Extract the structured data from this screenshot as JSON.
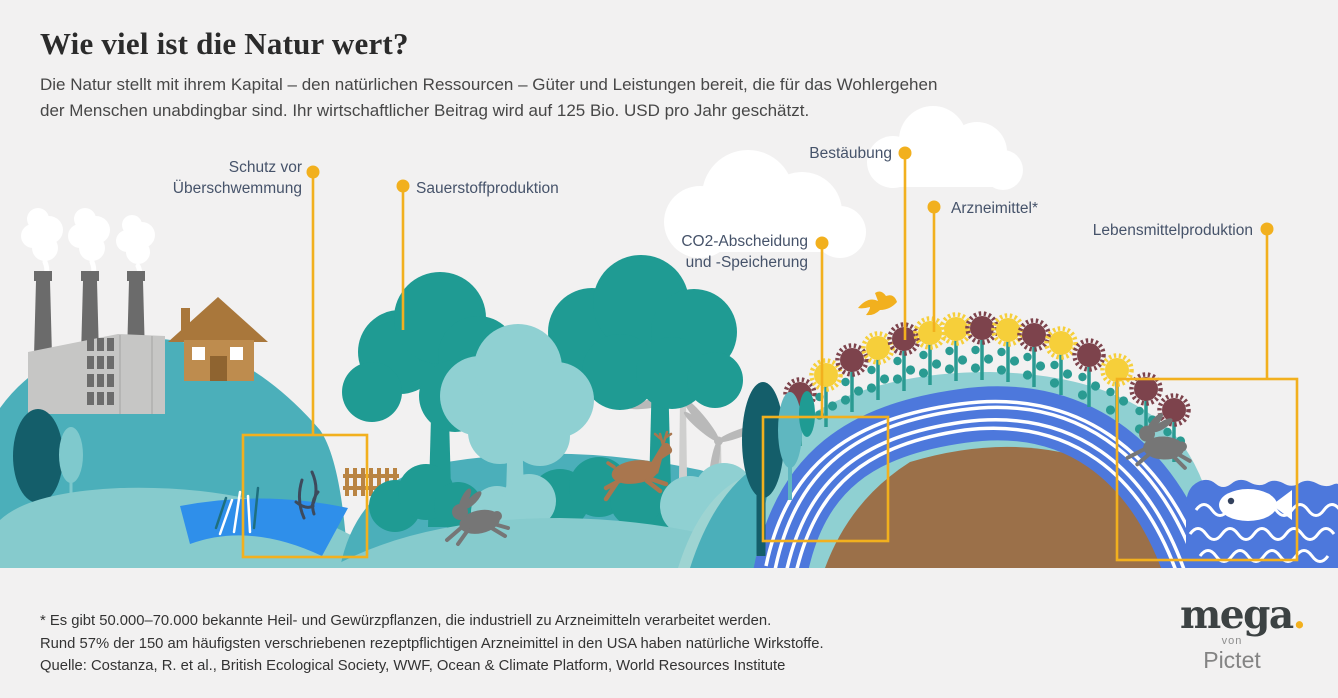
{
  "header": {
    "title": "Wie viel ist die Natur wert?",
    "subtitle_line1": "Die Natur stellt mit ihrem Kapital – den natürlichen Ressourcen – Güter und Leistungen bereit, die für das Wohlergehen",
    "subtitle_line2": "der Menschen unabdingbar sind. Ihr wirtschaftlicher Beitrag wird auf 125 Bio. USD pro Jahr geschätzt."
  },
  "labels": {
    "flood_line1": "Schutz vor",
    "flood_line2": "Überschwemmung",
    "oxygen": "Sauerstoffproduktion",
    "co2_line1": "CO2-Abscheidung",
    "co2_line2": "und -Speicherung",
    "pollination": "Bestäubung",
    "medicine": "Arzneimittel*",
    "food": "Lebensmittelproduktion"
  },
  "footnotes": {
    "line1": "* Es gibt 50.000–70.000 bekannte Heil- und Gewürzpflanzen, die industriell zu Arzneimitteln verarbeitet werden.",
    "line2": "Rund 57% der 150 am häufigsten verschriebenen rezeptpflichtigen Arzneimittel in den USA haben natürliche Wirkstoffe.",
    "line3": "Quelle: Costanza, R. et al., British Ecological Society, WWF, Ocean & Climate Platform, World Resources Institute"
  },
  "logo": {
    "brand": "mega",
    "dot": ".",
    "von": "von",
    "pictet": "Pictet"
  },
  "colors": {
    "background": "#F2F1F1",
    "accent_yellow": "#F2B01E",
    "label_slate": "#46536A",
    "teal_medium": "#4BAFBA",
    "teal_light": "#8FD0D2",
    "teal_forest": "#1F9B93",
    "teal_darkest": "#145E6A",
    "pond_blue": "#2F8FEA",
    "river_sea_blue": "#4D78DC",
    "soil_brown": "#9B7049",
    "house_brown": "#BE8C4E"
  }
}
